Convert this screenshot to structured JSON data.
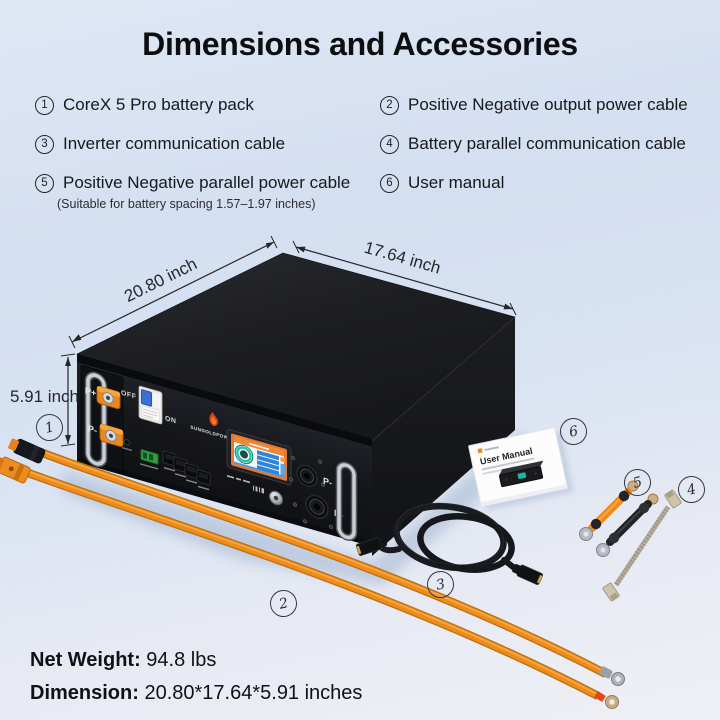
{
  "title": "Dimensions and Accessories",
  "legend": {
    "items": [
      {
        "num": "1",
        "label": "CoreX 5 Pro battery pack"
      },
      {
        "num": "2",
        "label": "Positive Negative output power cable"
      },
      {
        "num": "3",
        "label": "Inverter communication cable"
      },
      {
        "num": "4",
        "label": "Battery parallel communication cable"
      },
      {
        "num": "5",
        "label": "Positive Negative parallel power cable",
        "note": "(Suitable for battery spacing 1.57–1.97 inches)"
      },
      {
        "num": "6",
        "label": "User manual"
      }
    ]
  },
  "dimensions": {
    "width": "20.80 inch",
    "depth": "17.64 inch",
    "height": "5.91 inch"
  },
  "battery": {
    "brand": "SUNGOLDPOWER",
    "breaker_off": "OFF",
    "breaker_on": "ON",
    "terminal_positive": "P+",
    "terminal_negative": "P-",
    "side_negative": "P-"
  },
  "manual": {
    "title": "User Manual"
  },
  "markers": [
    "1",
    "2",
    "3",
    "4",
    "5",
    "6"
  ],
  "specs": {
    "net_weight_label": "Net Weight:",
    "net_weight_value": "94.8 lbs",
    "dimension_label": "Dimension:",
    "dimension_value": "20.80*17.64*5.91 inches"
  },
  "colors": {
    "background_top": "#dce5f3",
    "background_bottom": "#edeff4",
    "accent_orange": "#ee8b1e",
    "battery_black": "#17181b"
  }
}
